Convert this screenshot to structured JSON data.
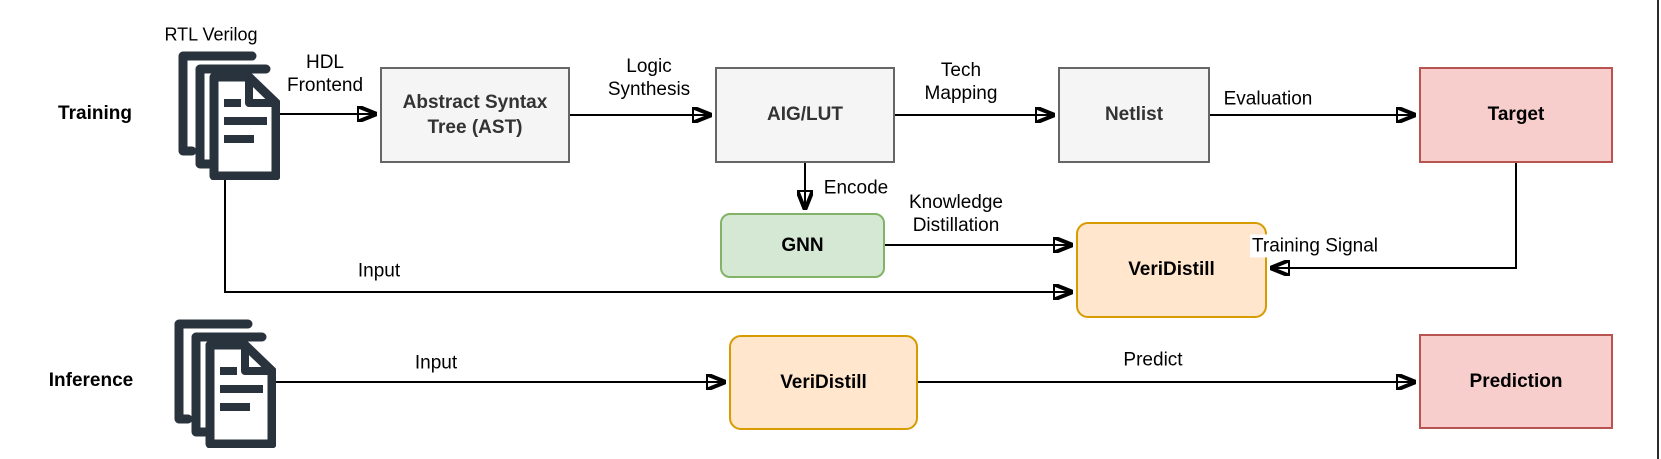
{
  "rows": {
    "training": {
      "label": "Training"
    },
    "inference": {
      "label": "Inference"
    }
  },
  "sources": {
    "rtl_caption": "RTL Verilog"
  },
  "nodes": {
    "ast": {
      "label": "Abstract Syntax Tree (AST)",
      "fill": "#F5F5F5",
      "stroke": "#666666"
    },
    "aig_lut": {
      "label": "AIG/LUT",
      "fill": "#F5F5F5",
      "stroke": "#666666"
    },
    "netlist": {
      "label": "Netlist",
      "fill": "#F5F5F5",
      "stroke": "#666666"
    },
    "target": {
      "label": "Target",
      "fill": "#F8CECC",
      "stroke": "#B85450"
    },
    "gnn": {
      "label": "GNN",
      "fill": "#D5E8D4",
      "stroke": "#82B366"
    },
    "veridistill_training": {
      "label": "VeriDistill",
      "fill": "#FFE6CC",
      "stroke": "#D79B00"
    },
    "veridistill_inference": {
      "label": "VeriDistill",
      "fill": "#FFE6CC",
      "stroke": "#D79B00"
    },
    "prediction": {
      "label": "Prediction",
      "fill": "#F8CECC",
      "stroke": "#B85450"
    }
  },
  "edges": {
    "hdl_frontend": {
      "label": "HDL Frontend"
    },
    "logic_synthesis": {
      "label": "Logic Synthesis"
    },
    "tech_mapping": {
      "label": "Tech Mapping"
    },
    "evaluation": {
      "label": "Evaluation"
    },
    "encode": {
      "label": "Encode"
    },
    "knowledge_distillation": {
      "label": "Knowledge Distillation"
    },
    "training_signal": {
      "label": "Training Signal"
    },
    "training_input": {
      "label": "Input"
    },
    "inference_input": {
      "label": "Input"
    },
    "predict": {
      "label": "Predict"
    }
  },
  "icons": {
    "document_stack": "document-stack-icon",
    "document_color": "#29333D",
    "arrow_color": "#000000"
  }
}
